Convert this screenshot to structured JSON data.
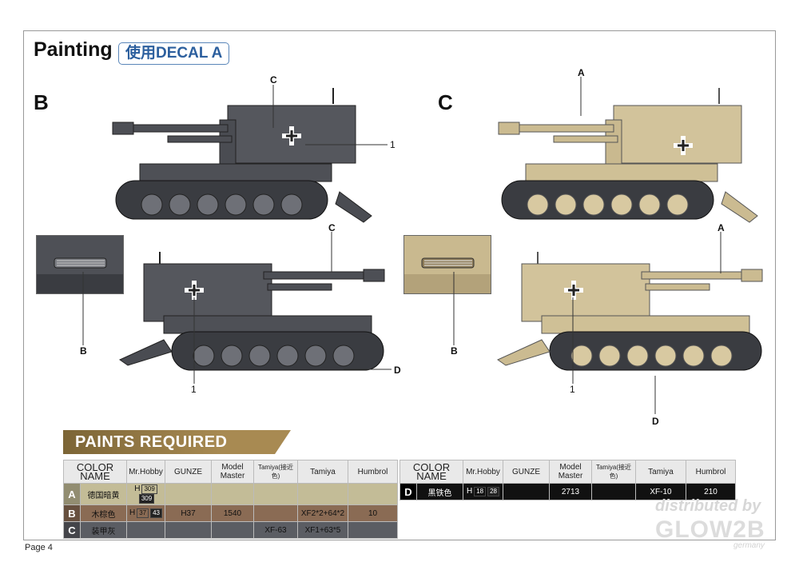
{
  "header": {
    "title": "Painting",
    "decal": "使用DECAL A"
  },
  "sections": {
    "left": "B",
    "right": "C"
  },
  "callouts": {
    "left_c_top": "C",
    "left_1_top": "1",
    "left_c_mid": "C",
    "left_b": "B",
    "left_1_bottom": "1",
    "left_d": "D",
    "right_a_top": "A",
    "right_a_mid": "A",
    "right_b": "B",
    "right_1": "1",
    "right_d": "D"
  },
  "paints_required": "PAINTS REQUIRED",
  "table_headers": [
    "COLOR NAME",
    "Mr.Hobby",
    "GUNZE",
    "Model\nMaster",
    "Tamiya(接近色)",
    "Tamiya",
    "Humbrol"
  ],
  "table_left_rows": [
    {
      "letter": "A",
      "name": "德国暗黄",
      "mrhobby_h": "H",
      "mrhobby_1": "309",
      "mrhobby_2": "309",
      "gunze": "",
      "model_master": "",
      "tamiya_close": "",
      "tamiya": "",
      "humbrol": "",
      "color": "#c3bc97"
    },
    {
      "letter": "B",
      "name": "木棕色",
      "mrhobby_h": "H",
      "mrhobby_1": "37",
      "mrhobby_2": "43",
      "gunze": "H37",
      "model_master": "1540",
      "tamiya_close": "",
      "tamiya": "XF2*2+64*2",
      "humbrol": "10",
      "color": "#8a6b54"
    },
    {
      "letter": "C",
      "name": "装甲灰",
      "mrhobby_h": "",
      "mrhobby_1": "",
      "mrhobby_2": "",
      "gunze": "",
      "model_master": "",
      "tamiya_close": "XF-63",
      "tamiya": "XF1+63*5",
      "humbrol": "",
      "color": "#5b5d63"
    }
  ],
  "table_right_rows": [
    {
      "letter": "D",
      "name": "黑铁色",
      "mrhobby_h": "H",
      "mrhobby_1": "18",
      "mrhobby_2": "28",
      "gunze": "",
      "model_master": "2713",
      "tamiya_close": "",
      "tamiya": "XF-10",
      "humbrol": "210",
      "color": "#111111"
    }
  ],
  "footer": {
    "page": "Page 4"
  },
  "watermark": {
    "line1": "distributed by",
    "line2": "GLOW2B",
    "line3": "germany"
  },
  "colors": {
    "grey_vehicle": "#5a5c62",
    "sand_vehicle": "#d3c49c",
    "header_gold": "#a88a52"
  }
}
